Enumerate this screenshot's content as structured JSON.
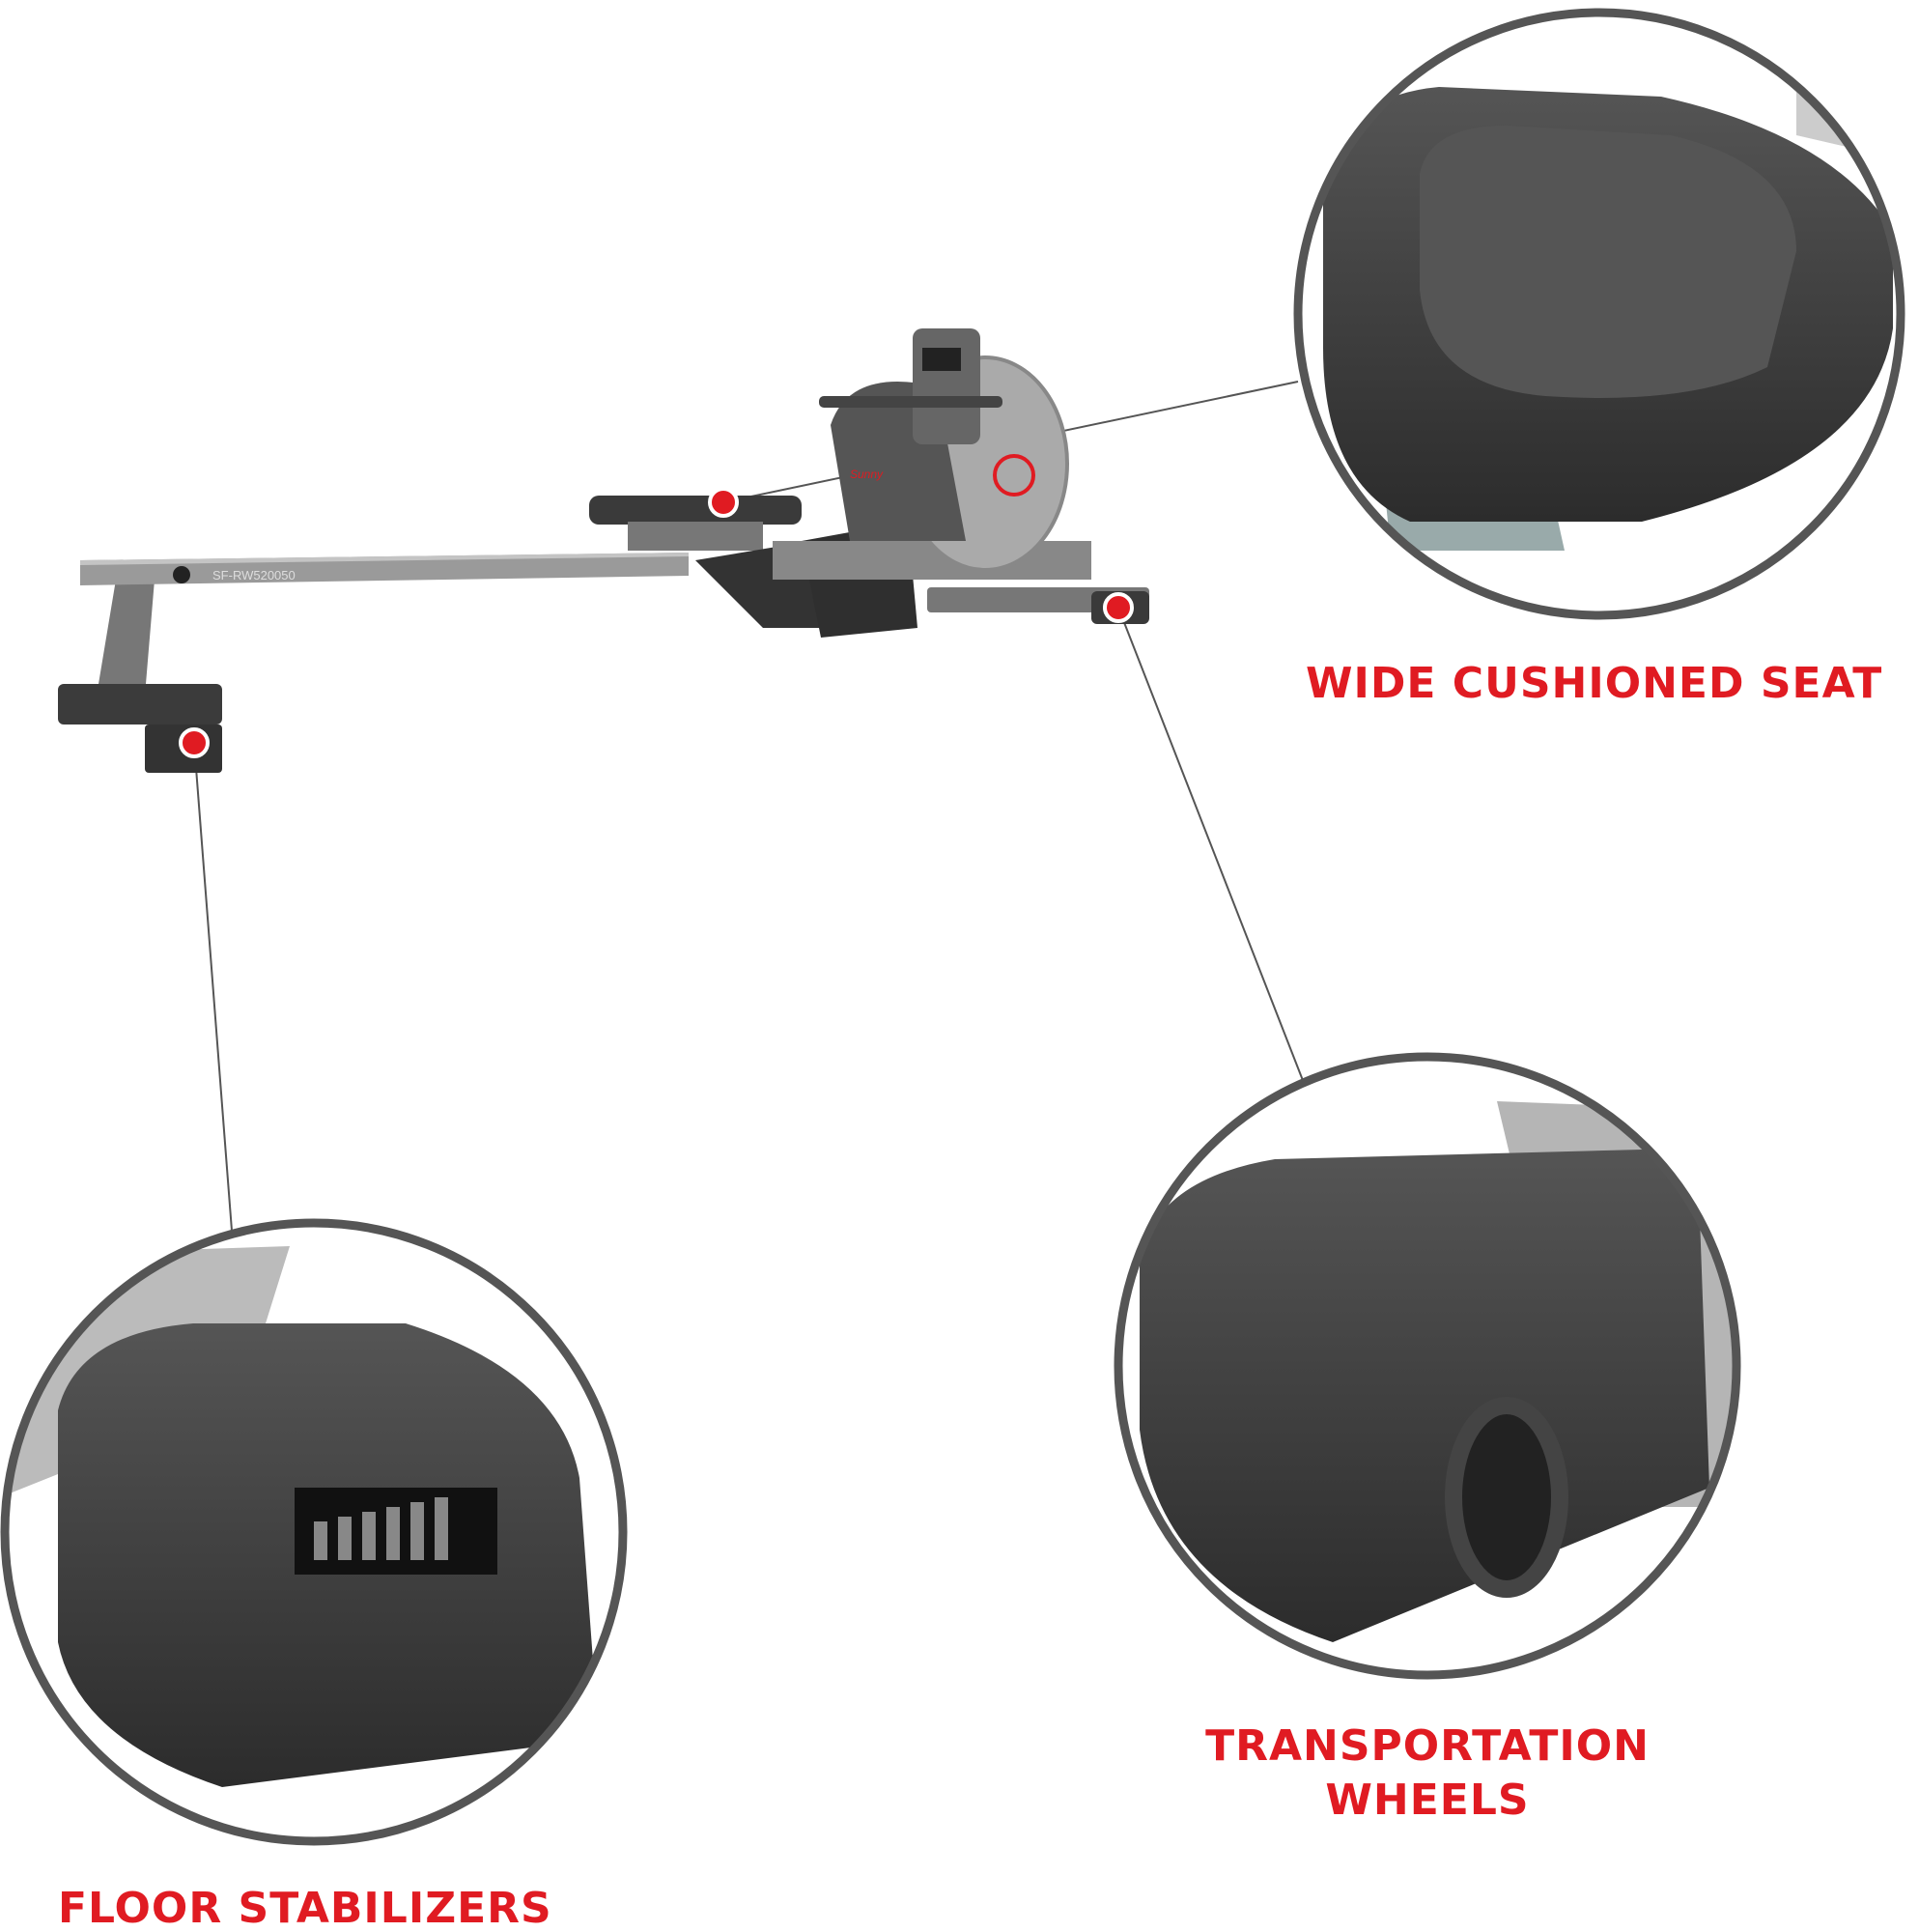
{
  "product": {
    "model_number": "SF-RW520050",
    "brand_logo": "Sunny"
  },
  "callouts": [
    {
      "label": "WIDE CUSHIONED SEAT"
    },
    {
      "label_line1": "TRANSPORTATION",
      "label_line2": "WHEELS"
    },
    {
      "label": "FLOOR STABILIZERS"
    }
  ],
  "colors": {
    "accent": "#e01b22",
    "frame": "#8a8a8a",
    "plastic": "#3a3a3a",
    "circle_border": "#555555"
  }
}
